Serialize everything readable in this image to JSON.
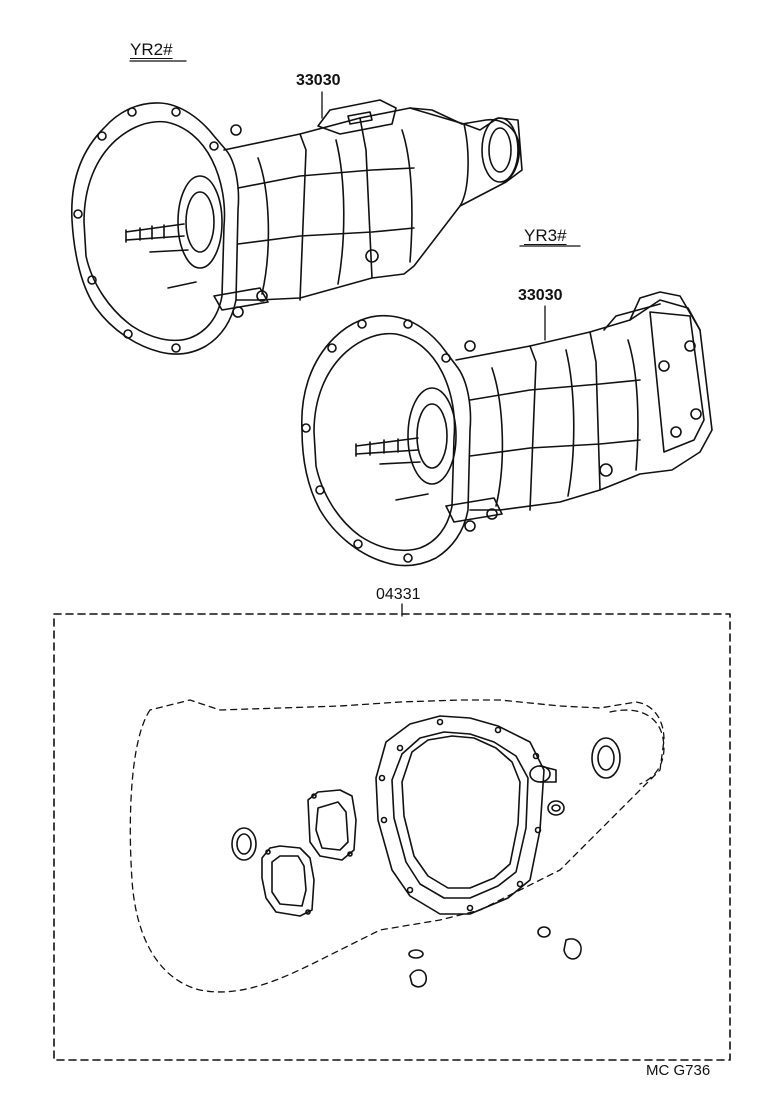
{
  "figure": {
    "code": "MC  G736",
    "ink_color": "#111111",
    "background": "#ffffff"
  },
  "variants": [
    {
      "model": "YR2#",
      "part_number": "33030",
      "item": "transmission-assembly"
    },
    {
      "model": "YR3#",
      "part_number": "33030",
      "item": "transmission-assembly"
    }
  ],
  "gasket_kit": {
    "part_number": "04331"
  }
}
